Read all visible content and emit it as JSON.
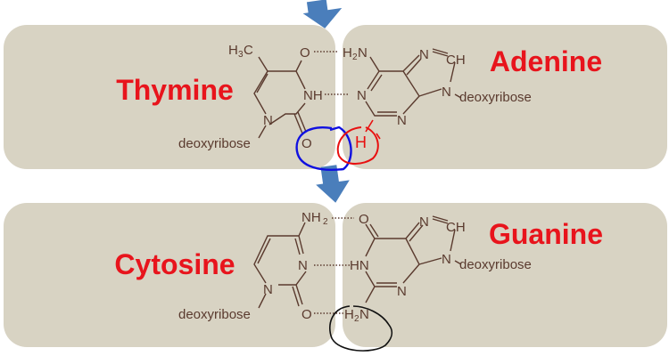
{
  "colors": {
    "panel": "#d8d3c3",
    "label": "#e8141c",
    "structure": "#5a3a2e",
    "arrow": "#4a7ebb",
    "blue_annotation": "#1010e0",
    "red_annotation": "#e81010",
    "black_annotation": "#111111"
  },
  "top_pair": {
    "left_base": "Thymine",
    "right_base": "Adenine",
    "thymine_atoms": {
      "methyl": "H",
      "methyl_sub": "3",
      "methyl_c": "C",
      "o4": "O",
      "n3": "NH",
      "n1": "N",
      "o2": "O",
      "sugar": "deoxyribose"
    },
    "adenine_atoms": {
      "amine_h": "H",
      "amine_sub": "2",
      "amine_n": "N",
      "n1": "N",
      "n3": "N",
      "n7": "N",
      "c8": "CH",
      "n9": "N",
      "sugar": "deoxyribose"
    },
    "annotation_red": "H"
  },
  "bottom_pair": {
    "left_base": "Cytosine",
    "right_base": "Guanine",
    "cytosine_atoms": {
      "amine": "NH",
      "amine_sub": "2",
      "n3": "N",
      "n1": "N",
      "o2": "O",
      "sugar": "deoxyribose"
    },
    "guanine_atoms": {
      "o6": "O",
      "n1": "HN",
      "n3": "N",
      "n7": "N",
      "c8": "CH",
      "n9": "N",
      "amine_h": "H",
      "amine_sub": "2",
      "amine_n": "N",
      "sugar": "deoxyribose"
    }
  },
  "icons": [
    "arrow-down-icon",
    "arrow-down-icon"
  ]
}
